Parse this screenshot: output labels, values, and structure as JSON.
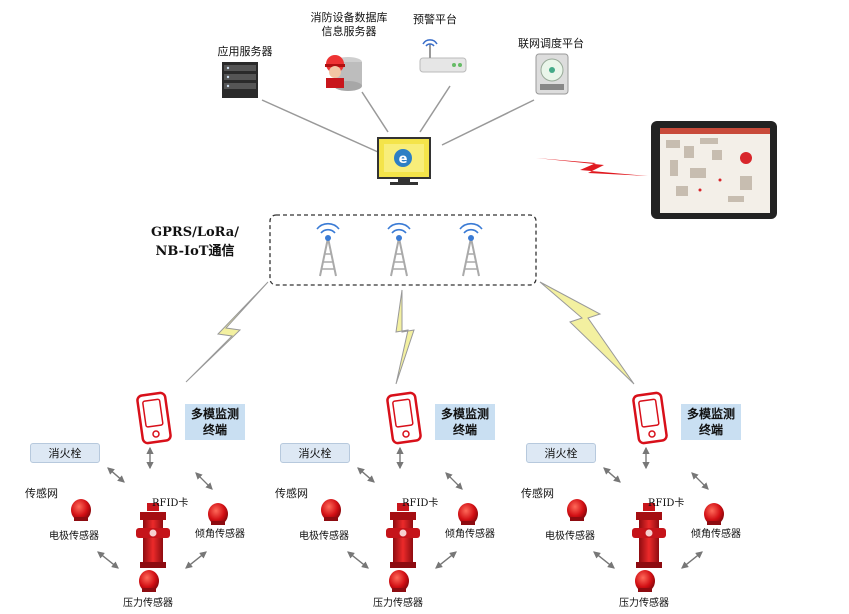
{
  "servers": {
    "app_server": "应用服务器",
    "fire_db_line1": "消防设备数据库",
    "fire_db_line2": "信息服务器",
    "alarm_platform": "预警平台",
    "dispatch_platform": "联网调度平台"
  },
  "network": {
    "label_line1": "GPRS/LoRa/",
    "label_line2": "NB-IoT通信"
  },
  "groups": [
    {
      "terminal_line1": "多模监测",
      "terminal_line2": "终端",
      "hydrant": "消火栓",
      "sensor_net": "传感网",
      "electrode": "电极传感器",
      "tilt": "倾角传感器",
      "pressure": "压力传感器",
      "rfid": "RFID卡"
    },
    {
      "terminal_line1": "多模监测",
      "terminal_line2": "终端",
      "hydrant": "消火栓",
      "sensor_net": "传感网",
      "electrode": "电极传感器",
      "tilt": "倾角传感器",
      "pressure": "压力传感器",
      "rfid": "RFID卡"
    },
    {
      "terminal_line1": "多模监测",
      "terminal_line2": "终端",
      "hydrant": "消火栓",
      "sensor_net": "传感网",
      "electrode": "电极传感器",
      "tilt": "倾角传感器",
      "pressure": "压力传感器",
      "rfid": "RFID卡"
    }
  ],
  "colors": {
    "accent_red": "#d8101a",
    "box_blue": "#c9dff2",
    "lightning_yellow": "#f3f0a0",
    "tablet_link": "#e0191f"
  }
}
